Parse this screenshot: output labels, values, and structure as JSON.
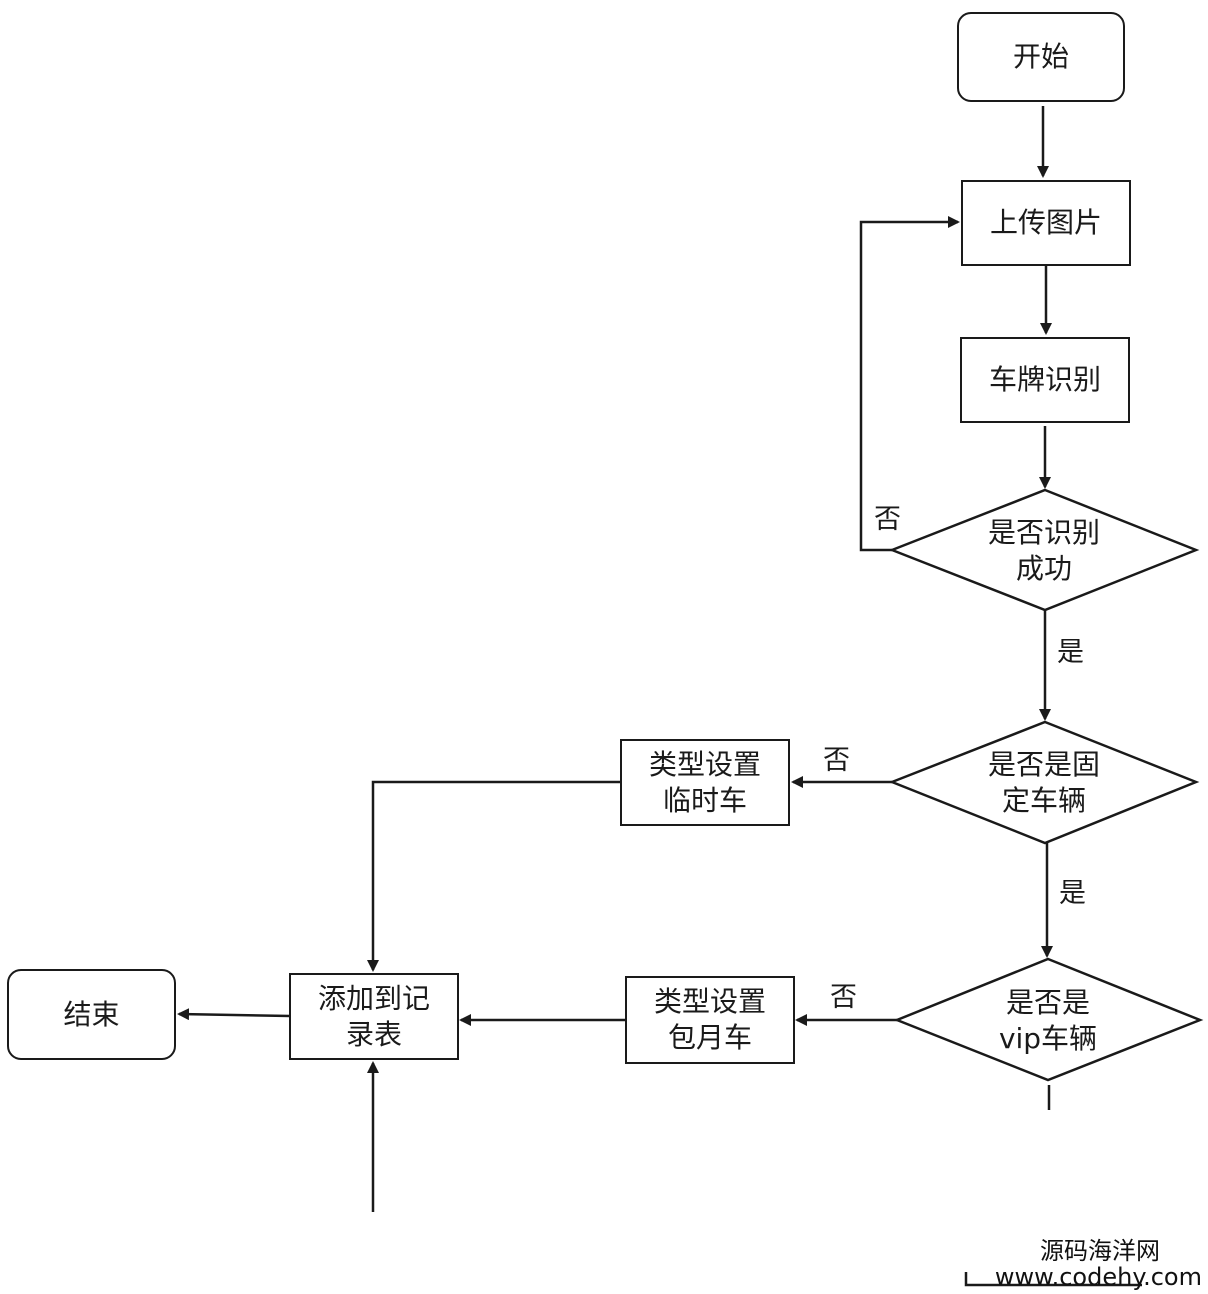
{
  "nodes": {
    "start": "开始",
    "upload": "上传图片",
    "recognize": "车牌识别",
    "check_success": "是否识别\n成功",
    "check_fixed": "是否是固\n定车辆",
    "check_vip": "是否是\nvip车辆",
    "set_temp": "类型设置\n临时车",
    "set_monthly": "类型设置\n包月车",
    "add_record": "添加到记\n录表",
    "end": "结束"
  },
  "edge_labels": {
    "success_no": "否",
    "success_yes": "是",
    "fixed_no": "否",
    "fixed_yes": "是",
    "vip_no": "否"
  },
  "watermark": {
    "line1": "源码海洋网",
    "line2": "www.codehy.com"
  },
  "colors": {
    "stroke": "#1a1a1a",
    "background": "#ffffff"
  }
}
